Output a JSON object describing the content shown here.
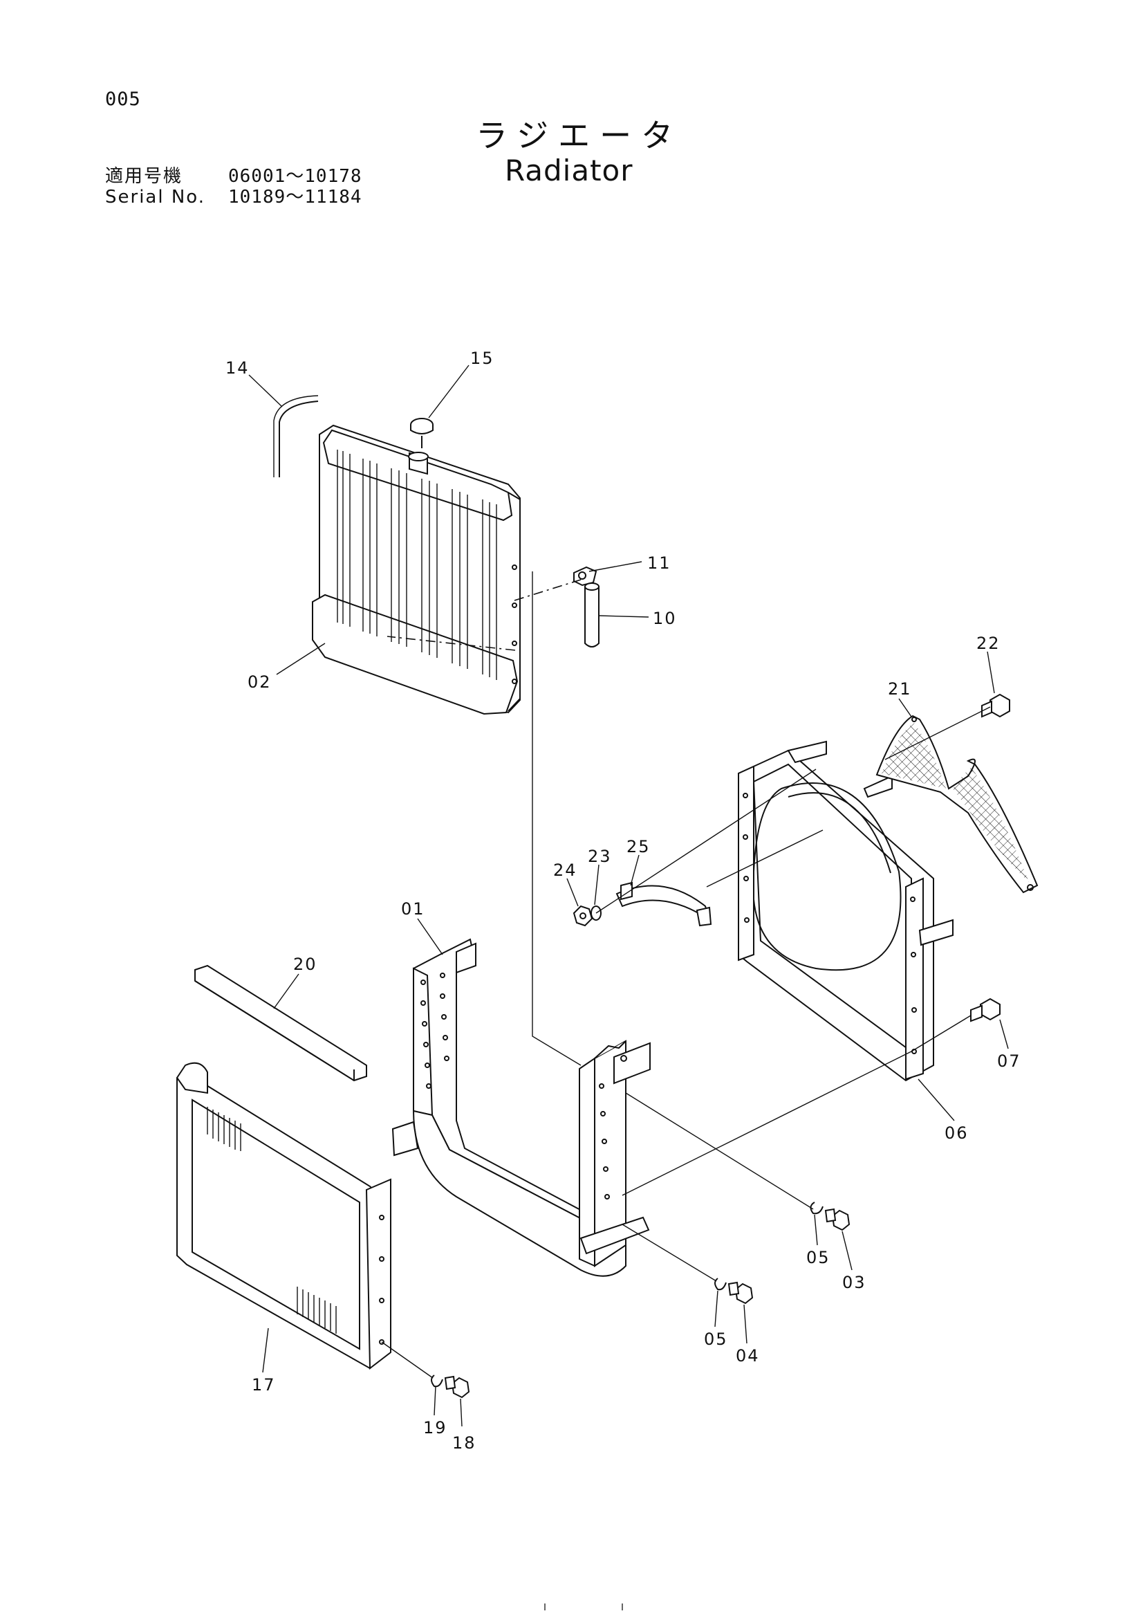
{
  "header": {
    "page_number": "005",
    "title_jp": "ラジエータ",
    "title_en": "Radiator",
    "serial_rows": [
      {
        "label": "適用号機",
        "range": "06001～10178"
      },
      {
        "label": "Serial No.",
        "range": "10189～11184"
      }
    ]
  },
  "diagram": {
    "callouts": [
      "14",
      "15",
      "11",
      "10",
      "02",
      "22",
      "21",
      "25",
      "23",
      "24",
      "01",
      "20",
      "07",
      "06",
      "05",
      "03",
      "05",
      "04",
      "17",
      "19",
      "18"
    ]
  }
}
